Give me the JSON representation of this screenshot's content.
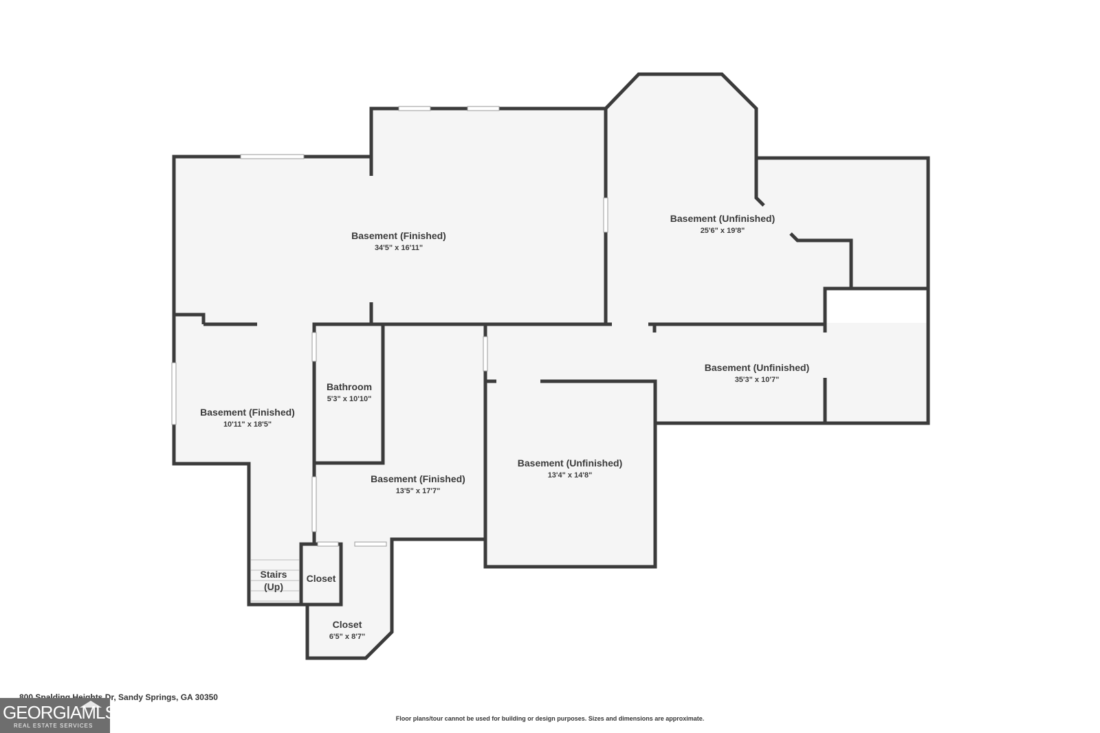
{
  "rooms": [
    {
      "name": "Basement (Finished)",
      "dims": "34'5\" x 16'11\""
    },
    {
      "name": "Basement (Unfinished)",
      "dims": "25'6\" x 19'8\""
    },
    {
      "name": "Basement (Unfinished)",
      "dims": "35'3\" x 10'7\""
    },
    {
      "name": "Bathroom",
      "dims": "5'3\" x 10'10\""
    },
    {
      "name": "Basement (Finished)",
      "dims": "10'11\" x 18'5\""
    },
    {
      "name": "Basement (Unfinished)",
      "dims": "13'4\" x 14'8\""
    },
    {
      "name": "Basement (Finished)",
      "dims": "13'5\" x 17'7\""
    },
    {
      "name": "Stairs",
      "dims": "(Up)"
    },
    {
      "name": "Closet",
      "dims": ""
    },
    {
      "name": "Closet",
      "dims": "6'5\" x 8'7\""
    }
  ],
  "address": "800 Spalding Heights Dr, Sandy Springs, GA 30350",
  "disclaimer": "Floor plans/tour cannot be used for building or design purposes. Sizes and dimensions are approximate.",
  "logo": {
    "main": "GEORGIAMLS",
    "sub": "REAL ESTATE SERVICES"
  },
  "colors": {
    "wall": "#3b3b3b",
    "floor": "#f5f5f5"
  }
}
